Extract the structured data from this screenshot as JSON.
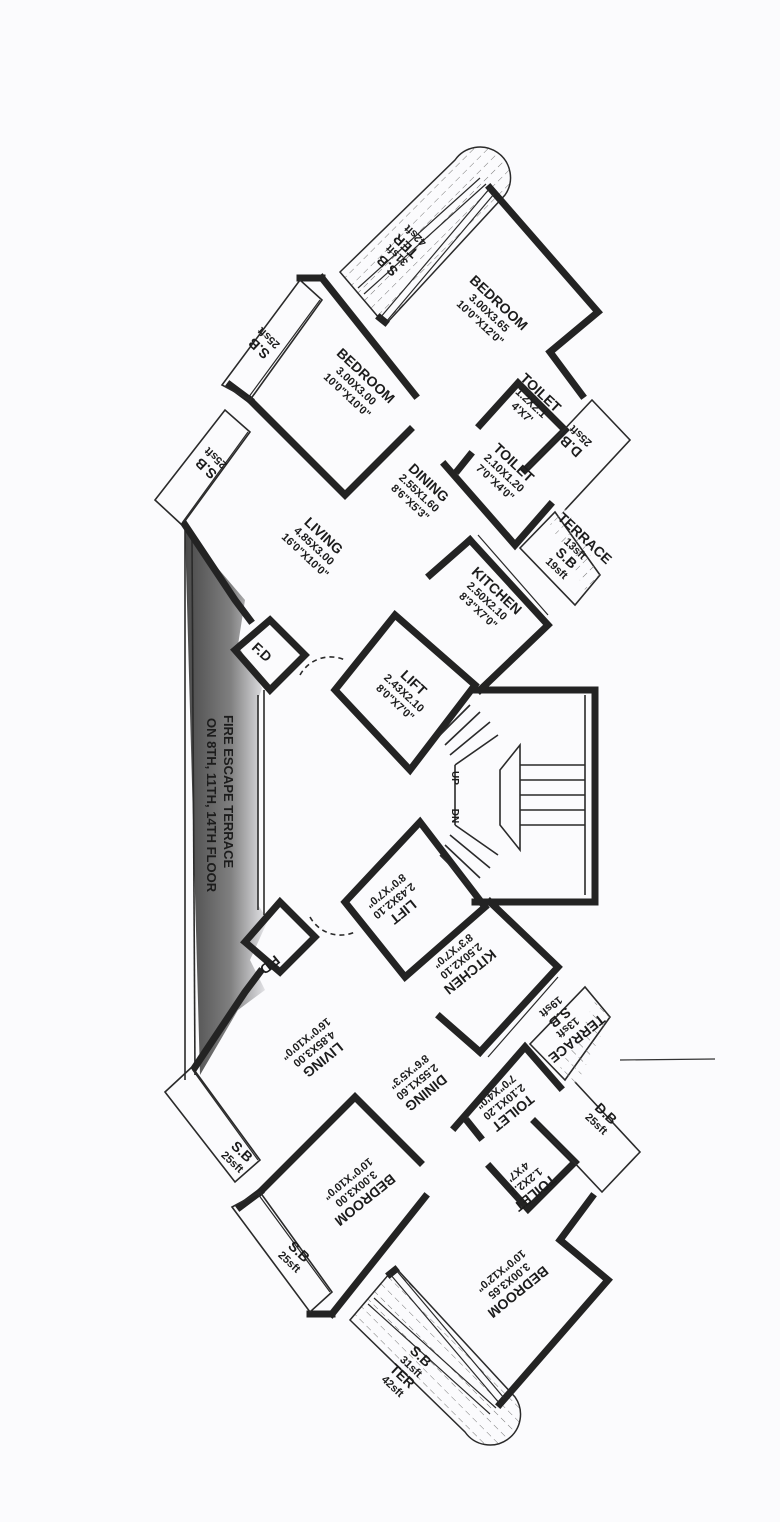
{
  "fire_escape": {
    "line1": "FIRE ESCAPE TERRACE",
    "line2": "ON 8TH, 11TH, 14TH FLOOR"
  },
  "stair": {
    "up": "UP",
    "down": "DN"
  },
  "upper_unit": [
    {
      "name": "BEDROOM",
      "metric": "3.00X3.65",
      "imperial": "10'0\"X12'0\""
    },
    {
      "name": "BEDROOM",
      "metric": "3.00X3.00",
      "imperial": "10'0\"X10'0\""
    },
    {
      "name": "LIVING",
      "metric": "4.85X3.00",
      "imperial": "16'0\"X10'0\""
    },
    {
      "name": "DINING",
      "metric": "2.55X1.60",
      "imperial": "8'6\"X5'3\""
    },
    {
      "name": "TOILET",
      "metric": "1.2X2.1",
      "imperial": "4'X7'"
    },
    {
      "name": "TOILET",
      "metric": "2.10X1.20",
      "imperial": "7'0\"X4'0\""
    },
    {
      "name": "KITCHEN",
      "metric": "2.50X2.10",
      "imperial": "8'3\"X7'0\""
    },
    {
      "name": "LIFT",
      "metric": "2.43X2.10",
      "imperial": "8'0\"X7'0\""
    },
    {
      "name": "D.B",
      "metric": "25sft",
      "imperial": ""
    },
    {
      "name": "TERRACE",
      "metric": "13sft",
      "imperial": ""
    },
    {
      "name": "S.B",
      "metric": "19sft",
      "imperial": ""
    },
    {
      "name": "S.B",
      "metric": "25sft",
      "imperial": ""
    },
    {
      "name": "S.B",
      "metric": "25sft",
      "imperial": ""
    },
    {
      "name": "S.B",
      "metric": "31sft",
      "imperial": ""
    },
    {
      "name": "TER",
      "metric": "42sft",
      "imperial": ""
    },
    {
      "name": "F.D",
      "metric": "",
      "imperial": ""
    }
  ],
  "lower_unit": [
    {
      "name": "BEDROOM",
      "metric": "3.00X3.65",
      "imperial": "10'0\"X12'0\""
    },
    {
      "name": "BEDROOM",
      "metric": "3.00X3.00",
      "imperial": "10'0\"X10'0\""
    },
    {
      "name": "LIVING",
      "metric": "4.85X3.00",
      "imperial": "16'0\"X10'0\""
    },
    {
      "name": "DINING",
      "metric": "2.55X1.60",
      "imperial": "8'6\"X5'3\""
    },
    {
      "name": "TOILET",
      "metric": "1.2X2.1",
      "imperial": "4'X7'"
    },
    {
      "name": "TOILET",
      "metric": "2.10X1.20",
      "imperial": "7'0\"X4'0\""
    },
    {
      "name": "KITCHEN",
      "metric": "2.50X2.10",
      "imperial": "8'3\"X7'0\""
    },
    {
      "name": "LIFT",
      "metric": "2.43X2.10",
      "imperial": "8'0\"X7'0\""
    },
    {
      "name": "D.B",
      "metric": "25sft",
      "imperial": ""
    },
    {
      "name": "TERRACE",
      "metric": "13sft",
      "imperial": ""
    },
    {
      "name": "S.B",
      "metric": "19sft",
      "imperial": ""
    },
    {
      "name": "S.B",
      "metric": "25sft",
      "imperial": ""
    },
    {
      "name": "S.B",
      "metric": "25sft",
      "imperial": ""
    },
    {
      "name": "S.B",
      "metric": "31sft",
      "imperial": ""
    },
    {
      "name": "TER",
      "metric": "42sft",
      "imperial": ""
    },
    {
      "name": "F.D",
      "metric": "",
      "imperial": ""
    }
  ],
  "colors": {
    "wall": "#232323",
    "paper": "#fbfbfd",
    "fire_escape_shade": "#2e2e2e"
  }
}
